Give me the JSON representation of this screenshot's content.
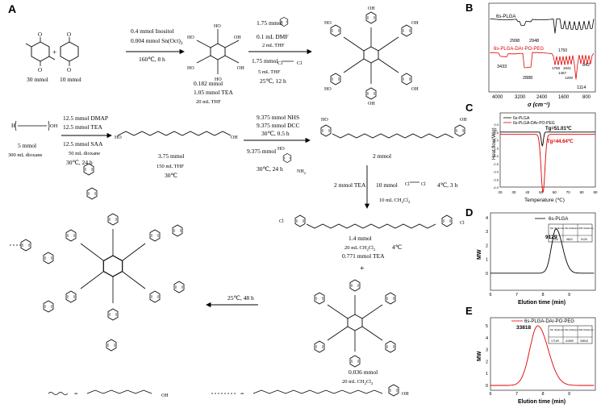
{
  "panels": {
    "A": "A",
    "B": "B",
    "C": "C",
    "D": "D",
    "E": "E"
  },
  "scheme": {
    "r1": {
      "mol1": "30 mmol",
      "mol2": "10 mmol",
      "plus": "+",
      "cond1": "0.4 mmol Inositol",
      "cond2": "0.004 mmol Sn(Oct)",
      "cond2_sub": "2",
      "cond3": "160℃, 8 h",
      "prod1": "0.182 mmol",
      "prod2": "1.05 mmol TEA",
      "prod3": "20 mL THF"
    },
    "r2": {
      "top1": "1.75 mmol",
      "top2": "0.1 mL DMF",
      "top3": "2 mL THF",
      "bot1": "1.75 mmol",
      "bot2": "5 mL THF",
      "cond": "25℃, 12 h"
    },
    "r3": {
      "m1": "5 mmol",
      "m2": "300 mL dioxane",
      "c1": "12.5 mmol DMAP",
      "c2": "12.5 mmol TEA",
      "c3": "12.5 mmol SAA",
      "c4": "50 mL dioxane",
      "c5": "30℃, 24 h",
      "p1": "3.75 mmol",
      "p2": "150 mL THF",
      "p3": "30℃"
    },
    "r4": {
      "c1": "9.375 mmol NHS",
      "c2": "9.375 mmol DCC",
      "c3": "30℃, 0.5 h",
      "c4": "9.375 mmol",
      "c5": "30℃, 24 h",
      "nh2": "NH",
      "nh2_sub": "2",
      "ho": "HO",
      "p1": "2 mmol"
    },
    "r5": {
      "c1": "2 mmol TEA",
      "c2": "10 mmol",
      "c3": "4℃, 3 h",
      "c4": "10 mL CH",
      "c4_sub": "2",
      "c4_b": "Cl",
      "c4_sub2": "2"
    },
    "r6": {
      "p1": "1.4 mmol",
      "p2": "20 mL CH",
      "p2_sub": "2",
      "p2_b": "Cl",
      "p2_sub2": "2",
      "p3": "0.771 mmol TEA",
      "p4": "4℃",
      "plus": "+",
      "q1": "0.036 mmol",
      "q2": "20 mL CH",
      "q2_sub": "2",
      "q2_b": "Cl",
      "q2_sub2": "2"
    },
    "r7": {
      "cond": "25℃, 48 h"
    },
    "legend": {
      "eq1": "=",
      "eq2": "="
    }
  },
  "panel_b": {
    "label1": "6s-PLGA",
    "label2": "6s-PLGA-DAr-PO-PEG",
    "peaks_top": [
      "2998",
      "2948",
      "1750"
    ],
    "peaks_bot": [
      "3433",
      "2888",
      "1758",
      "1641",
      "1467",
      "1200",
      "842",
      "1114"
    ],
    "xticks": [
      "4000",
      "3200",
      "2400",
      "1600",
      "800"
    ],
    "xlabel": "σ (cm⁻¹)",
    "colors": {
      "top": "#000000",
      "bottom": "#e00000"
    }
  },
  "panel_c": {
    "legend1": "6s-PLGA",
    "legend2": "6s-PLGA-DAr-PO-PEG",
    "tg1": "Tg=51.01℃",
    "tg2": "Tg=44.64℃",
    "ylabel": "Heat flow(W/g)",
    "xlabel": "Temperature (℃)",
    "xticks": [
      "20",
      "30",
      "40",
      "50",
      "60",
      "70",
      "80",
      "90"
    ],
    "yticks": [
      "0.0",
      "-0.5",
      "-1.0",
      "-1.5",
      "-2.0",
      "-2.5",
      "-3.0",
      "-3.5",
      "-4.0"
    ]
  },
  "panel_d": {
    "legend": "6s-PLGA",
    "peak": "9129",
    "table_head": [
      "Mn (Daltons)",
      "Mw (Daltons)",
      "MP (Daltons)"
    ],
    "table_vals": [
      "7225",
      "9822",
      "9129"
    ],
    "ylabel": "MW",
    "xlabel": "Elution time (min)",
    "xticks": [
      "6",
      "7",
      "8",
      "9"
    ],
    "yticks": [
      "4",
      "3",
      "2",
      "1",
      "0"
    ]
  },
  "panel_e": {
    "legend": "6s-PLGA-DAr-PO-PEG",
    "peak": "33818",
    "table_head": [
      "Mn (Daltons)",
      "Mw (Daltons)",
      "MP (Daltons)"
    ],
    "table_vals": [
      "17109",
      "41559",
      "33818"
    ],
    "ylabel": "MW",
    "xlabel": "Elution time (min)",
    "xticks": [
      "6",
      "7",
      "8",
      "9"
    ],
    "yticks": [
      "5",
      "4",
      "3",
      "2",
      "1",
      "0"
    ]
  }
}
